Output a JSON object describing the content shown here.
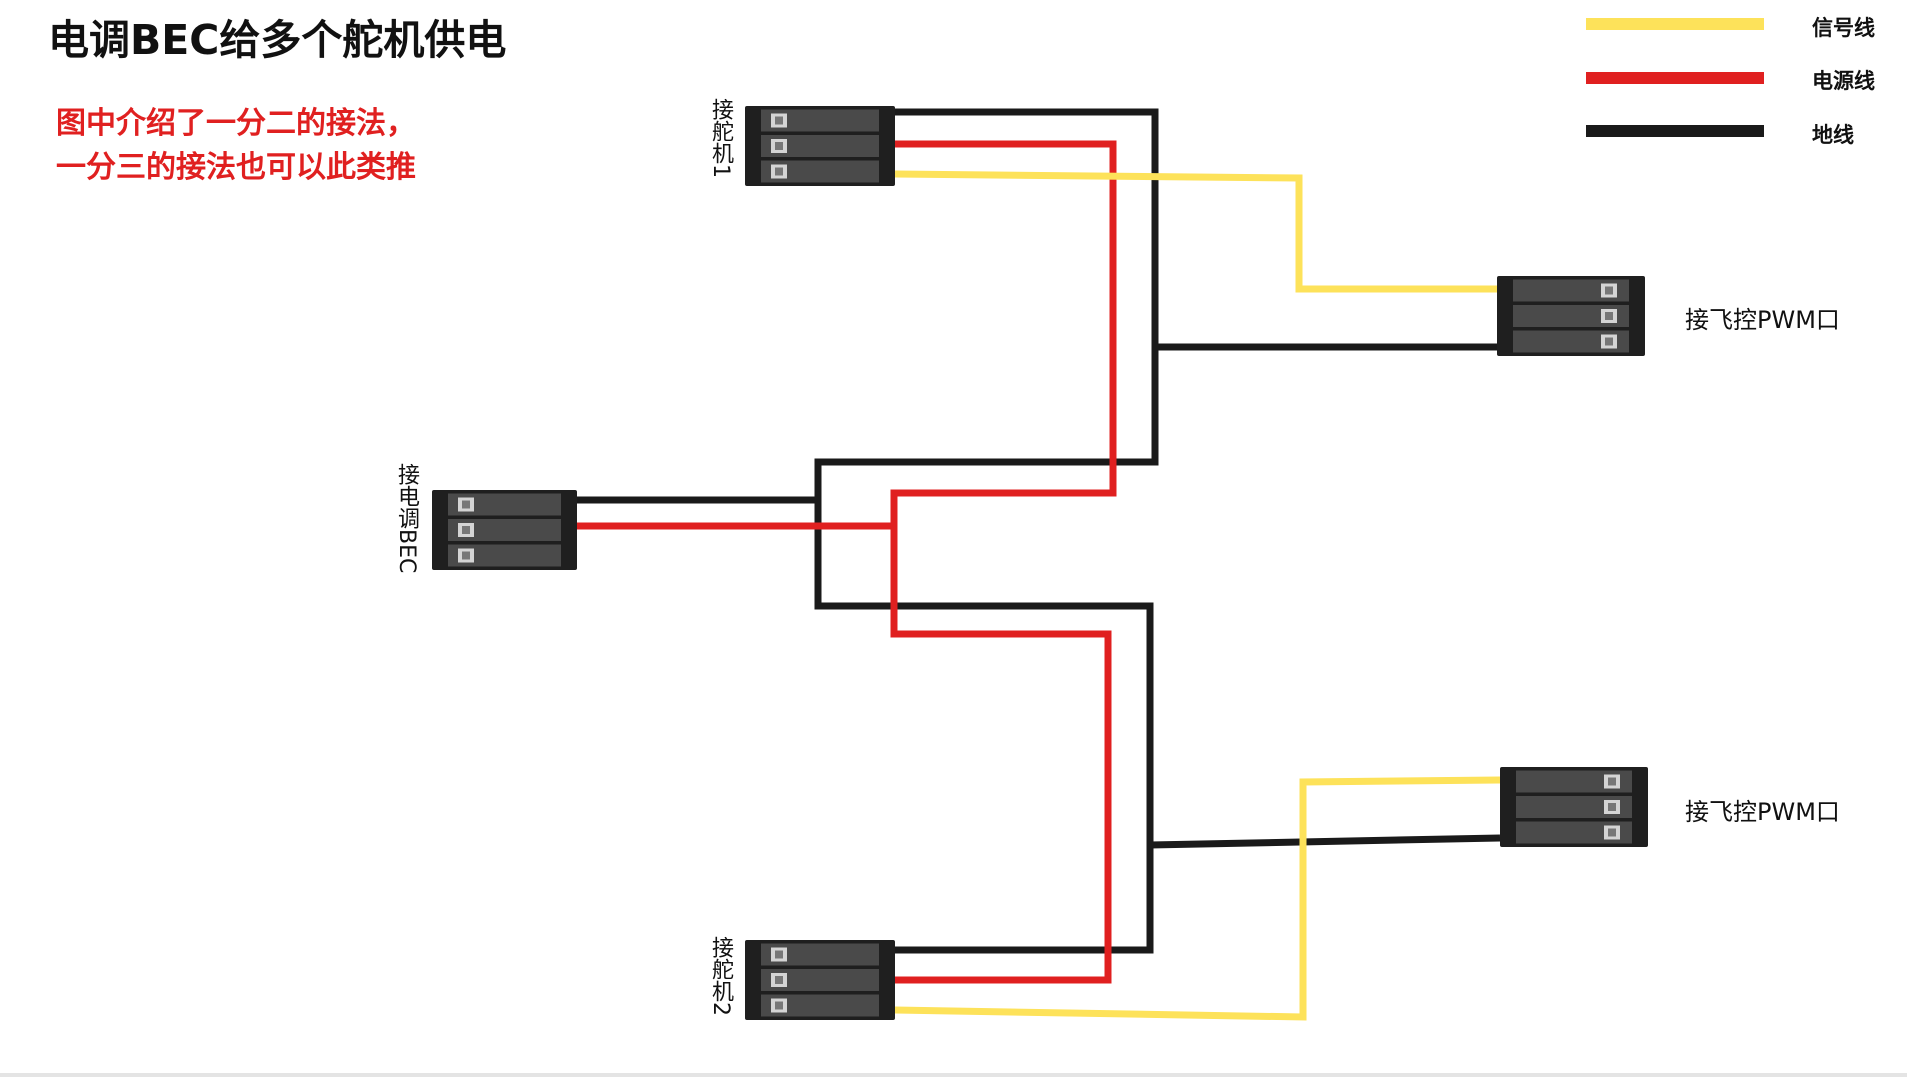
{
  "title": "电调BEC给多个舵机供电",
  "note": {
    "line1": "图中介绍了一分二的接法，",
    "line2": "一分三的接法也可以此类推"
  },
  "legend": [
    {
      "label": "信号线",
      "color": "#fde25a"
    },
    {
      "label": "电源线",
      "color": "#e02020"
    },
    {
      "label": "地线",
      "color": "#1a1a1a"
    }
  ],
  "connectors": {
    "servo1": "接舵机1",
    "servo2": "接舵机2",
    "esc_bec": "接电调BEC",
    "fc_pwm_1": "接飞控PWM口",
    "fc_pwm_2": "接飞控PWM口"
  },
  "colors": {
    "signal": "#fde25a",
    "power": "#e02020",
    "ground": "#1a1a1a",
    "connector_body": "#1f1f1f",
    "pin_slot": "#4a4a4a",
    "pin_metal": "#d4d4d4"
  }
}
